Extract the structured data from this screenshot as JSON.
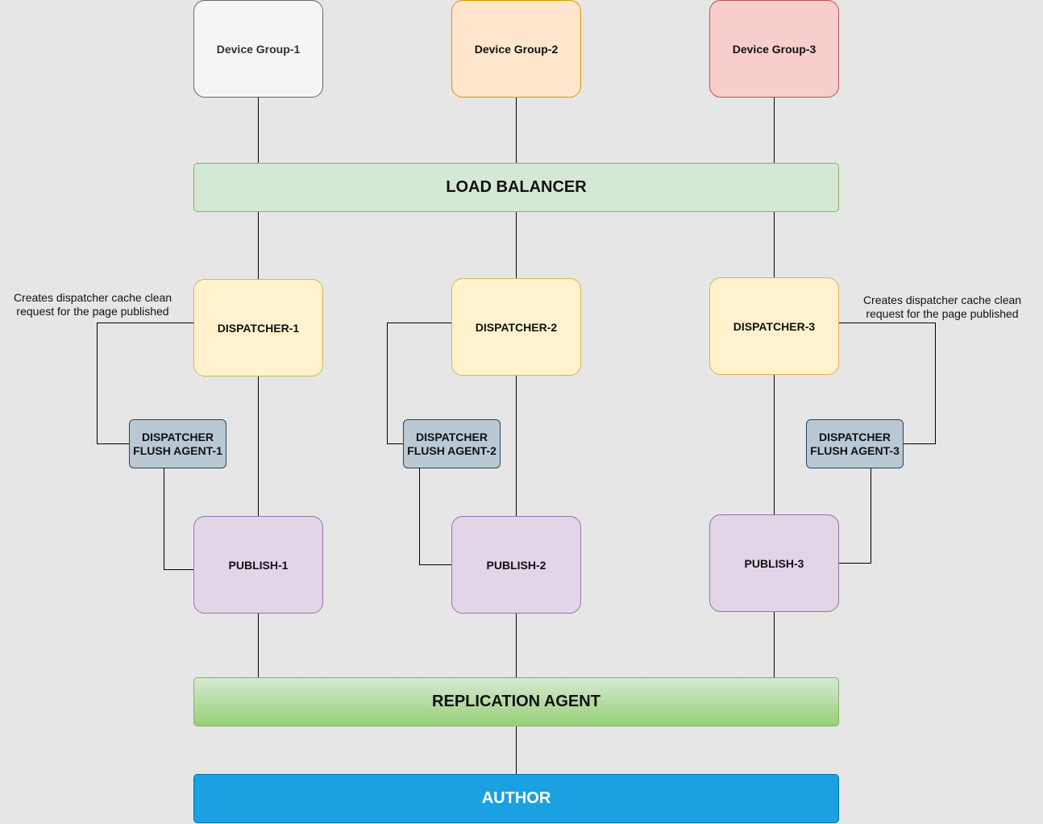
{
  "device_groups": [
    "Device Group-1",
    "Device Group-2",
    "Device Group-3"
  ],
  "load_balancer": "LOAD BALANCER",
  "dispatchers": [
    "DISPATCHER-1",
    "DISPATCHER-2",
    "DISPATCHER-3"
  ],
  "flush_agents": [
    {
      "line1": "DISPATCHER",
      "line2": "FLUSH AGENT-1"
    },
    {
      "line1": "DISPATCHER",
      "line2": "FLUSH AGENT-2"
    },
    {
      "line1": "DISPATCHER",
      "line2": "FLUSH AGENT-3"
    }
  ],
  "publishers": [
    "PUBLISH-1",
    "PUBLISH-2",
    "PUBLISH-3"
  ],
  "replication_agent": "REPLICATION AGENT",
  "author": "AUTHOR",
  "notes": {
    "left": {
      "line1": "Creates dispatcher cache clean",
      "line2": "request for the page published"
    },
    "right": {
      "line1": "Creates dispatcher cache clean",
      "line2": "request for the page published"
    }
  },
  "colors": {
    "background": "#e6e6e6",
    "device_group_1": "#f5f5f5",
    "device_group_2": "#ffe6cc",
    "device_group_3": "#f8cecc",
    "load_balancer": "#d5e8d4",
    "dispatcher": "#fff2cc",
    "flush_agent": "#bac8d3",
    "publish": "#e1d5e7",
    "replication_agent": "#97d077",
    "author": "#1ba1e2"
  }
}
